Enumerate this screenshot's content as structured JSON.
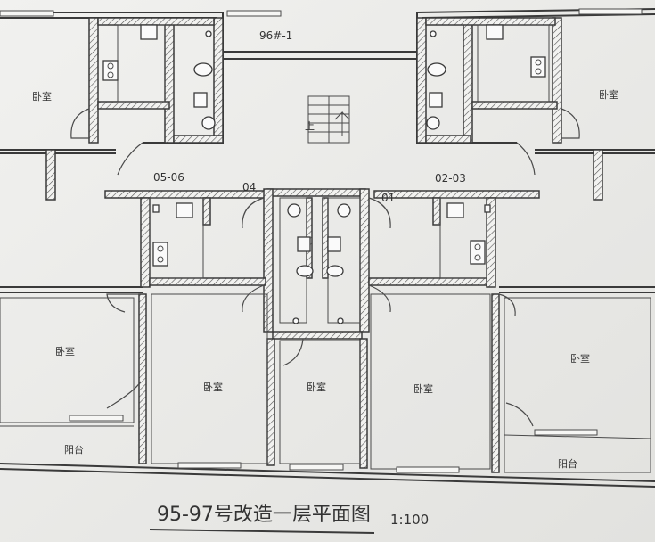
{
  "drawing": {
    "title": "95-97号改造一层平面图",
    "scale": "1:100"
  },
  "units": {
    "top_center": "96#-1",
    "left_mid": "05-06",
    "right_mid": "02-03",
    "center_left": "04",
    "center_right": "01"
  },
  "rooms": {
    "top_left": "卧室",
    "top_right": "卧室",
    "mid_left": "卧室",
    "mid_right": "卧室",
    "bottom_left_center": "卧室",
    "bottom_center": "卧室",
    "bottom_right_center": "卧室",
    "balcony_left": "阳台",
    "balcony_right": "阳台"
  },
  "stair": {
    "label": "上"
  }
}
